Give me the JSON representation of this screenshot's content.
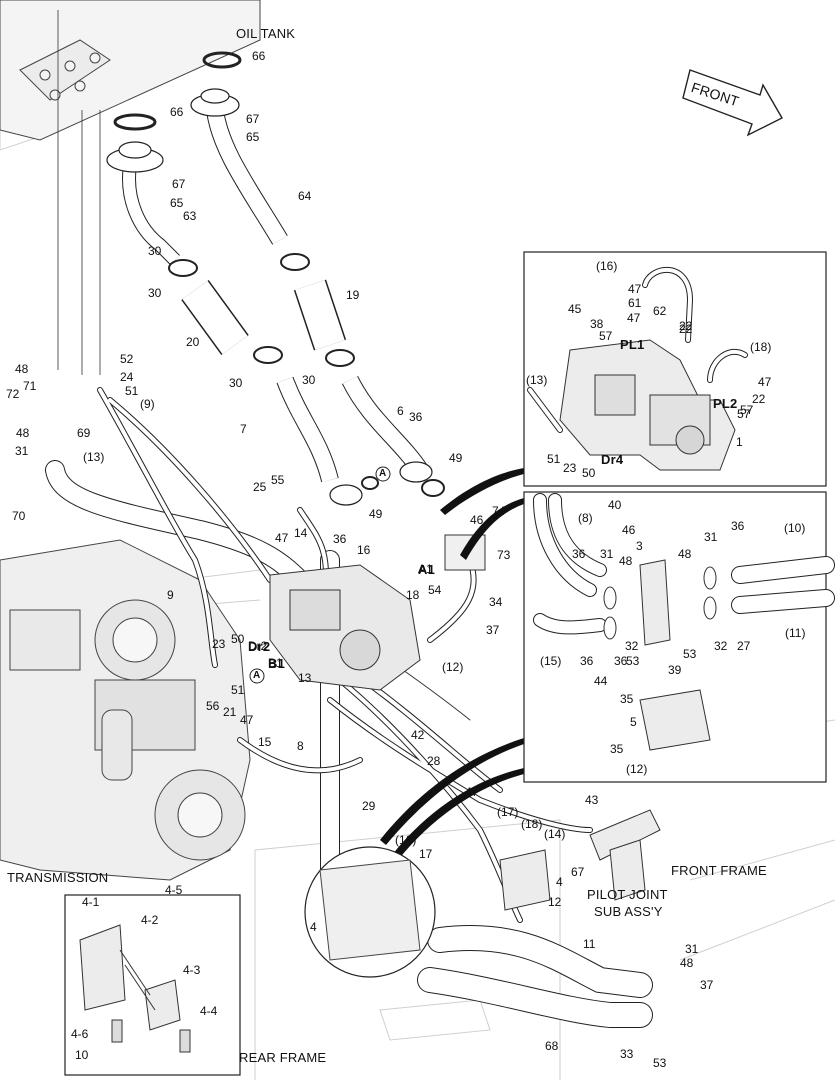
{
  "captions": {
    "oil_tank": "OIL TANK",
    "front": "FRONT",
    "transmission": "TRANSMISSION",
    "front_frame": "FRONT FRAME",
    "pilot_joint_line1": "PILOT JOINT",
    "pilot_joint_line2": "SUB ASS'Y",
    "rear_frame": "REAR FRAME"
  },
  "port_labels": {
    "pl1": "PL1",
    "pl2": "PL2",
    "dr4": "Dr4",
    "dr2": "Dr2",
    "a1": "A1",
    "b1": "B1",
    "circle_a_1": "A",
    "circle_a_2": "A"
  },
  "callouts": [
    "66",
    "66",
    "67",
    "65",
    "67",
    "65",
    "64",
    "63",
    "30",
    "30",
    "19",
    "20",
    "30",
    "30",
    "7",
    "6",
    "36",
    "49",
    "49",
    "48",
    "52",
    "24",
    "51",
    "(9)",
    "72",
    "71",
    "48",
    "69",
    "31",
    "(13)",
    "70",
    "25",
    "55",
    "47",
    "14",
    "9",
    "36",
    "16",
    "A1",
    "46",
    "74",
    "73",
    "54",
    "34",
    "18",
    "37",
    "(12)",
    "23",
    "50",
    "Dr2",
    "B1",
    "13",
    "51",
    "56",
    "21",
    "47",
    "15",
    "8",
    "42",
    "28",
    "29",
    "(16)",
    "62",
    "22",
    "57",
    "22",
    "47",
    "61",
    "47",
    "(16)",
    "45",
    "38",
    "57",
    "(18)",
    "47",
    "22",
    "57",
    "1",
    "(13)",
    "51",
    "23",
    "50",
    "(8)",
    "40",
    "46",
    "3",
    "36",
    "31",
    "48",
    "48",
    "31",
    "36",
    "(10)",
    "(11)",
    "32",
    "32",
    "53",
    "53",
    "36",
    "36",
    "27",
    "39",
    "44",
    "35",
    "5",
    "35",
    "(12)",
    "(15)",
    "47",
    "(17)",
    "(18)",
    "(14)",
    "17",
    "43",
    "67",
    "4",
    "12",
    "4",
    "4-5",
    "4-1",
    "4-2",
    "4-3",
    "4-4",
    "4-6",
    "10",
    "11",
    "68",
    "31",
    "48",
    "37",
    "33",
    "53"
  ]
}
